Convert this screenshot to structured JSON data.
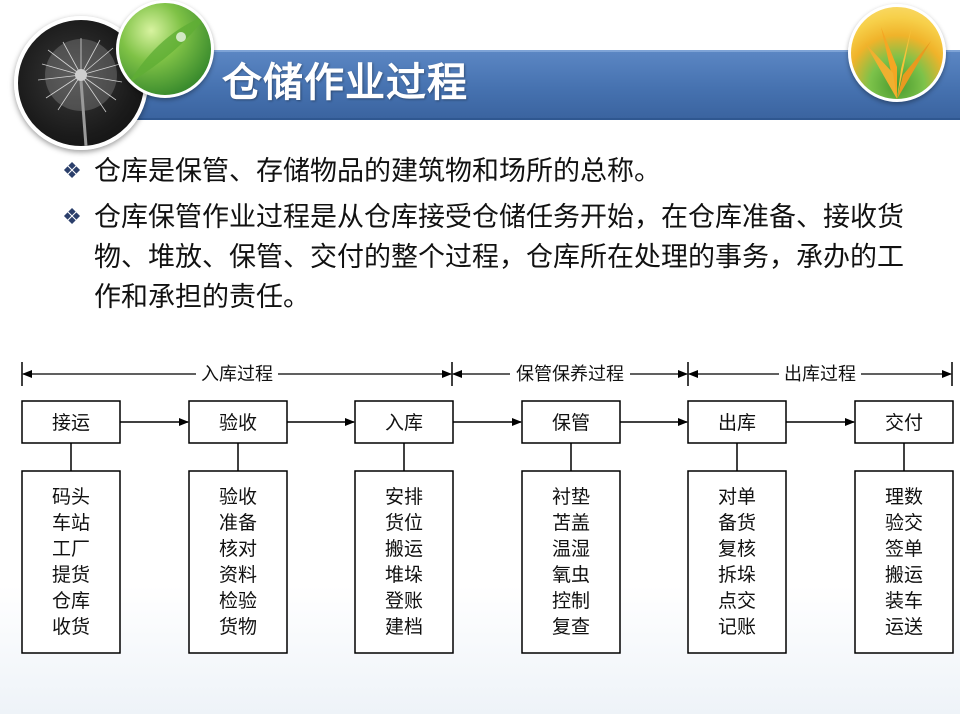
{
  "slide": {
    "title": "仓储作业过程"
  },
  "bullets": [
    {
      "text": "仓库是保管、存储物品的建筑物和场所的总称。"
    },
    {
      "text": "仓库保管作业过程是从仓库接受仓储任务开始，在仓库准备、接收货物、堆放、保管、交付的整个过程，仓库所在处理的事务，承办的工作和承担的责任。"
    }
  ],
  "bullet_icon": "diamond-bullet-icon",
  "phases": [
    {
      "label": "入库过程"
    },
    {
      "label": "保管保养过程"
    },
    {
      "label": "出库过程"
    }
  ],
  "steps": [
    {
      "label": "接运",
      "details": [
        "码头",
        "车站",
        "工厂",
        "提货",
        "仓库",
        "收货"
      ]
    },
    {
      "label": "验收",
      "details": [
        "验收",
        "准备",
        "核对",
        "资料",
        "检验",
        "货物"
      ]
    },
    {
      "label": "入库",
      "details": [
        "安排",
        "货位",
        "搬运",
        "堆垛",
        "登账",
        "建档"
      ]
    },
    {
      "label": "保管",
      "details": [
        "衬垫",
        "苫盖",
        "温湿",
        "氧虫",
        "控制",
        "复查"
      ]
    },
    {
      "label": "出库",
      "details": [
        "对单",
        "备货",
        "复核",
        "拆垛",
        "点交",
        "记账"
      ]
    },
    {
      "label": "交付",
      "details": [
        "理数",
        "验交",
        "签单",
        "搬运",
        "装车",
        "运送"
      ]
    }
  ],
  "colors": {
    "title_bar": "#4672b0",
    "title_text": "#ffffff",
    "bullet": "#2b3f6b",
    "line": "#000000"
  }
}
